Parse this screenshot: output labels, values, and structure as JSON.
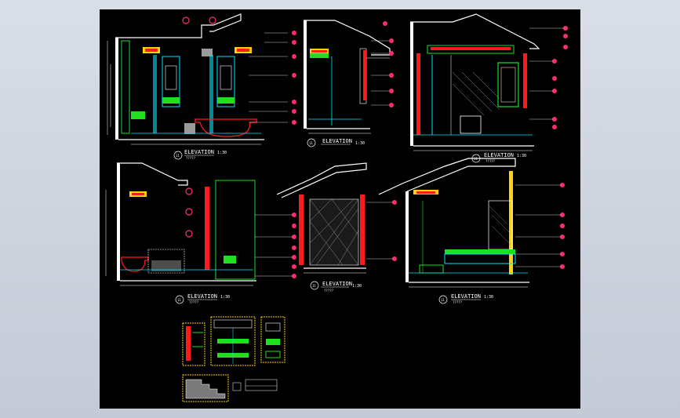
{
  "drawing": {
    "background": "#000000",
    "colors": {
      "wall": "#ffffff",
      "cyan": "#00e5ff",
      "green": "#1ee01e",
      "red": "#ff1a1a",
      "magenta": "#ff2d6f",
      "yellow": "#ffd400",
      "gray": "#9a9a9a"
    },
    "elevations": [
      {
        "title": "ELEVATION",
        "subtitle": "?????",
        "scale": "1:30",
        "callout": "11"
      },
      {
        "title": "ELEVATION",
        "subtitle": "",
        "scale": "1:30",
        "callout": "11"
      },
      {
        "title": "ELEVATION",
        "subtitle": "?????",
        "scale": "1:30",
        "callout": "11"
      },
      {
        "title": "ELEVATION",
        "subtitle": "?????",
        "scale": "1:30",
        "callout": "11"
      },
      {
        "title": "ELEVATION",
        "subtitle": "?????",
        "scale": "1:30",
        "callout": "11"
      },
      {
        "title": "ELEVATION",
        "subtitle": "?????",
        "scale": "1:30",
        "callout": "11"
      }
    ]
  }
}
